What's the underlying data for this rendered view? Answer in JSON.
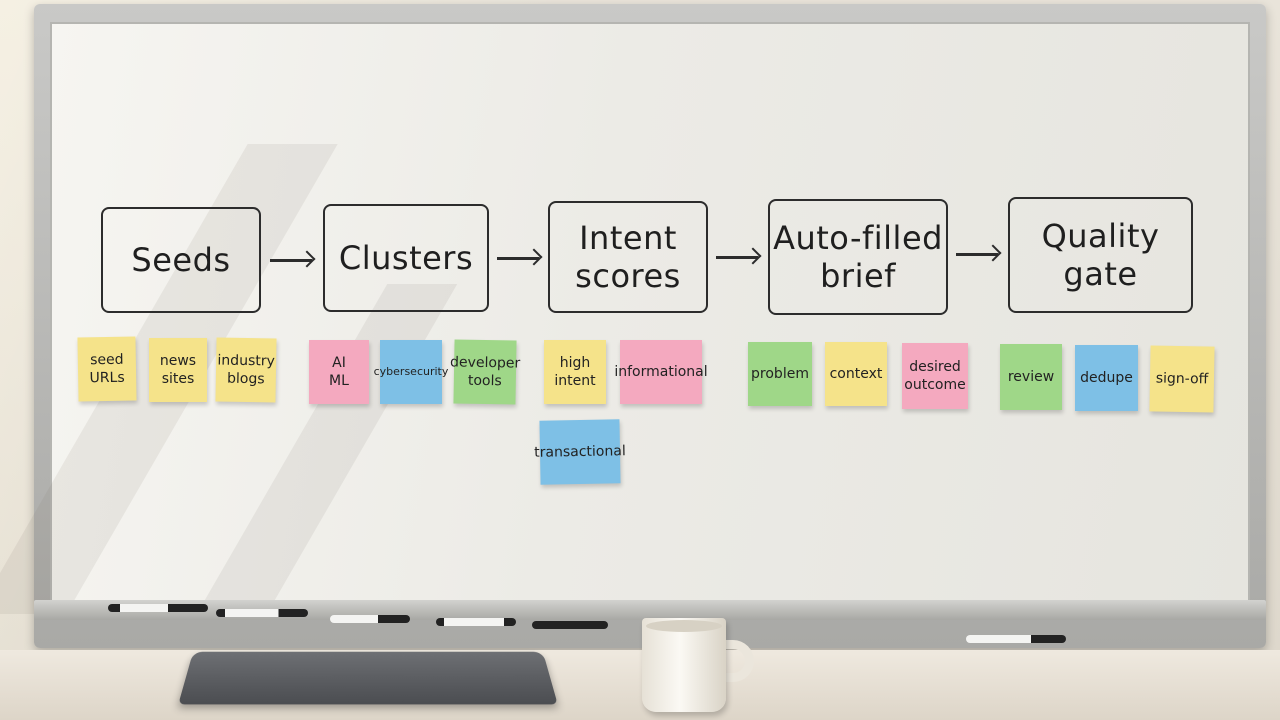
{
  "stages": [
    {
      "id": "seeds",
      "label": "Seeds"
    },
    {
      "id": "clusters",
      "label": "Clusters"
    },
    {
      "id": "intent-scores",
      "label": "Intent\nscores"
    },
    {
      "id": "auto-filled-brief",
      "label": "Auto-filled\nbrief"
    },
    {
      "id": "quality-gate",
      "label": "Quality gate"
    }
  ],
  "notes": {
    "seeds": [
      {
        "text": "seed\nURLs",
        "color": "#f5e38a"
      },
      {
        "text": "news\nsites",
        "color": "#f5e38a"
      },
      {
        "text": "industry\nblogs",
        "color": "#f5e38a"
      }
    ],
    "clusters": [
      {
        "text": "AI\nML",
        "color": "#f4a9bf"
      },
      {
        "text": "cybersecurity",
        "color": "#7ec0e6"
      },
      {
        "text": "developer\ntools",
        "color": "#9fd788"
      }
    ],
    "intent_scores": [
      {
        "text": "high\nintent",
        "color": "#f5e38a"
      },
      {
        "text": "informational",
        "color": "#f4a9bf"
      },
      {
        "text": "transactional",
        "color": "#7ec0e6"
      }
    ],
    "auto_filled_brief": [
      {
        "text": "problem",
        "color": "#9fd788"
      },
      {
        "text": "context",
        "color": "#f5e38a"
      },
      {
        "text": "desired\noutcome",
        "color": "#f4a9bf"
      }
    ],
    "quality_gate": [
      {
        "text": "review",
        "color": "#9fd788"
      },
      {
        "text": "dedupe",
        "color": "#7ec0e6"
      },
      {
        "text": "sign-off",
        "color": "#f5e38a"
      }
    ]
  },
  "colors": {
    "ink": "#2c2c2c",
    "sticky_yellow": "#f5e38a",
    "sticky_pink": "#f4a9bf",
    "sticky_blue": "#7ec0e6",
    "sticky_green": "#9fd788"
  }
}
